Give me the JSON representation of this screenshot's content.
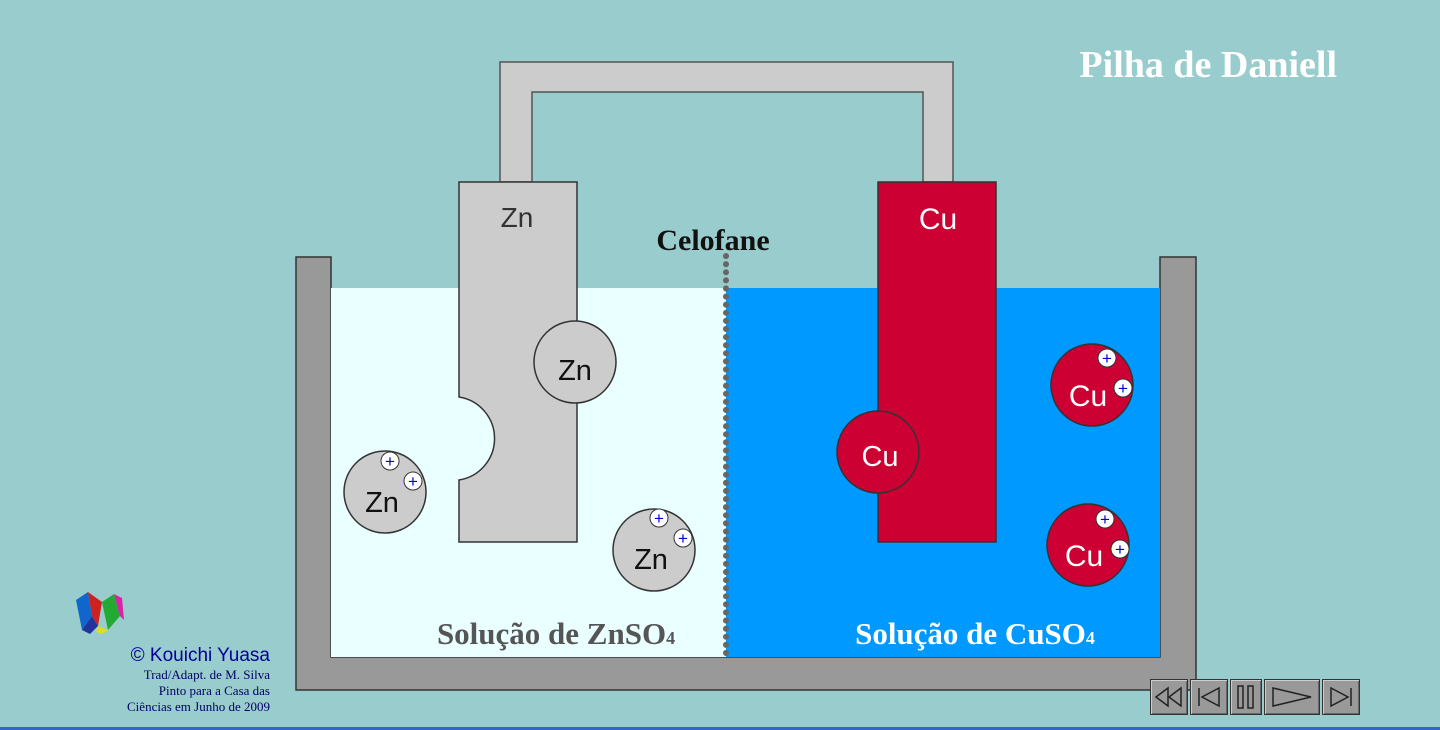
{
  "title": "Pilha de Daniell",
  "membrane_label": "Celofane",
  "electrodes": {
    "zinc": {
      "symbol": "Zn",
      "color": "#cccccc"
    },
    "copper": {
      "symbol": "Cu",
      "color": "#cc0033"
    }
  },
  "solutions": {
    "left": {
      "label_prefix": "Solução de ZnSO",
      "label_sub": "4",
      "color": "#eaffff"
    },
    "right": {
      "label_prefix": "Solução de CuSO",
      "label_sub": "4",
      "color": "#0099ff"
    }
  },
  "particles": {
    "zn_atom": "Zn",
    "zn_ion": "Zn",
    "cu_atom": "Cu",
    "cu_ion": "Cu",
    "charge": "+"
  },
  "credits": {
    "author": "© Kouichi Yuasa",
    "line1": "Trad/Adapt. de M. Silva",
    "line2": "Pinto para a Casa das",
    "line3": "Ciências em Junho de 2009"
  },
  "controls": [
    "rewind",
    "step-back",
    "pause",
    "play",
    "step-forward"
  ],
  "colors": {
    "background": "#99cccc",
    "vessel": "#999999",
    "wire": "#cccccc"
  }
}
